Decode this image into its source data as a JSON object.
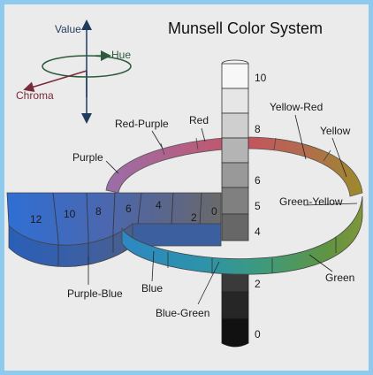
{
  "title": "Munsell Color System",
  "axes": {
    "value": "Value",
    "hue": "Hue",
    "chroma": "Chroma"
  },
  "hue_labels": {
    "red_purple": "Red-Purple",
    "red": "Red",
    "yellow_red": "Yellow-Red",
    "yellow": "Yellow",
    "purple": "Purple",
    "green_yellow": "Green-Yellow",
    "green": "Green",
    "purple_blue": "Purple-Blue",
    "blue": "Blue",
    "blue_green": "Blue-Green"
  },
  "value_scale": [
    "10",
    "8",
    "6",
    "5",
    "4",
    "2",
    "0"
  ],
  "chroma_scale": [
    "12",
    "10",
    "8",
    "6",
    "4",
    "2",
    "0"
  ],
  "colors": {
    "background": "#ebebeb",
    "frame": "#8ec9ee",
    "red": "#c4545f",
    "yellow": "#9c8a2a",
    "green": "#5f9443",
    "blue": "#2d8bb0",
    "purple": "#9a6ea8",
    "purple_blue": "#2f6fd4"
  }
}
